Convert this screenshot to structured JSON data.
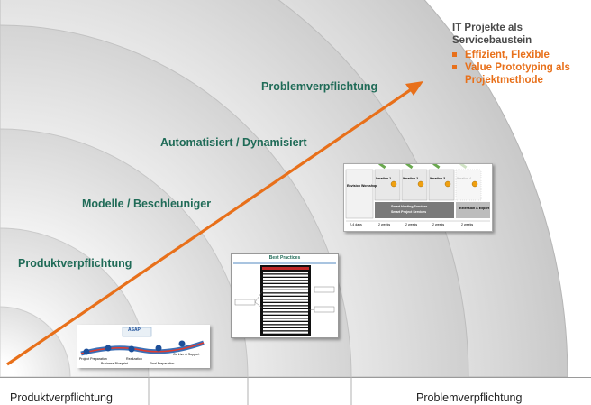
{
  "diagram": {
    "stages": [
      "Produktverpflichtung",
      "Modelle / Beschleuniger",
      "Automatisiert / Dynamisiert",
      "Problemverpflichtung"
    ],
    "axis": {
      "left_label": "Produktverpflichtung",
      "right_label": "Problemverpflichtung"
    },
    "info_box": {
      "title": "IT Projekte als Servicebaustein",
      "bullets": [
        "Effizient, Flexible",
        "Value Prototyping als Projektmethode"
      ]
    },
    "colors": {
      "arrow": "#e8701a",
      "stage_text": "#1f6b57",
      "bullet": "#e8701a"
    },
    "thumbnails": {
      "roadmap": {
        "logo": "ASAP",
        "steps": [
          "Project Preparation",
          "Business Blueprint",
          "Realization",
          "Final Preparation",
          "Go Live & Support"
        ]
      },
      "best_practices": {
        "title": "Best Practices"
      },
      "iterations": {
        "workshop": "Envision Workshop",
        "iterations": [
          "Iteration 1",
          "Iteration 2",
          "Iteration 3",
          "Iteration 4"
        ],
        "services": [
          "Smart Hosting Services",
          "Smart Project Services"
        ],
        "extension": "Extension & Export",
        "durations": [
          "2-4 days",
          "2 weeks",
          "2 weeks",
          "2 weeks",
          "2 weeks"
        ]
      }
    }
  }
}
